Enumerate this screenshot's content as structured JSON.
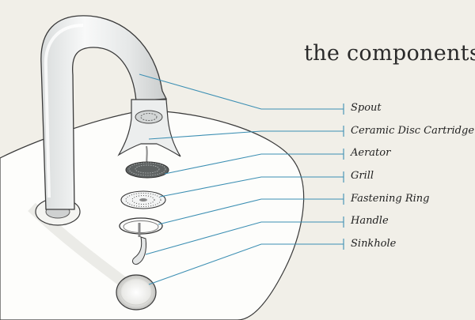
{
  "title": "the components",
  "components": [
    {
      "label": "Spout"
    },
    {
      "label": "Ceramic Disc Cartridge"
    },
    {
      "label": "Aerator"
    },
    {
      "label": "Grill"
    },
    {
      "label": "Fastening Ring"
    },
    {
      "label": "Handle"
    },
    {
      "label": "Sinkhole"
    }
  ],
  "colors": {
    "background": "#f1efe8",
    "sink": "#fdfdfb",
    "leader_line": "#3c8fb3",
    "text": "#1f1f1f"
  }
}
